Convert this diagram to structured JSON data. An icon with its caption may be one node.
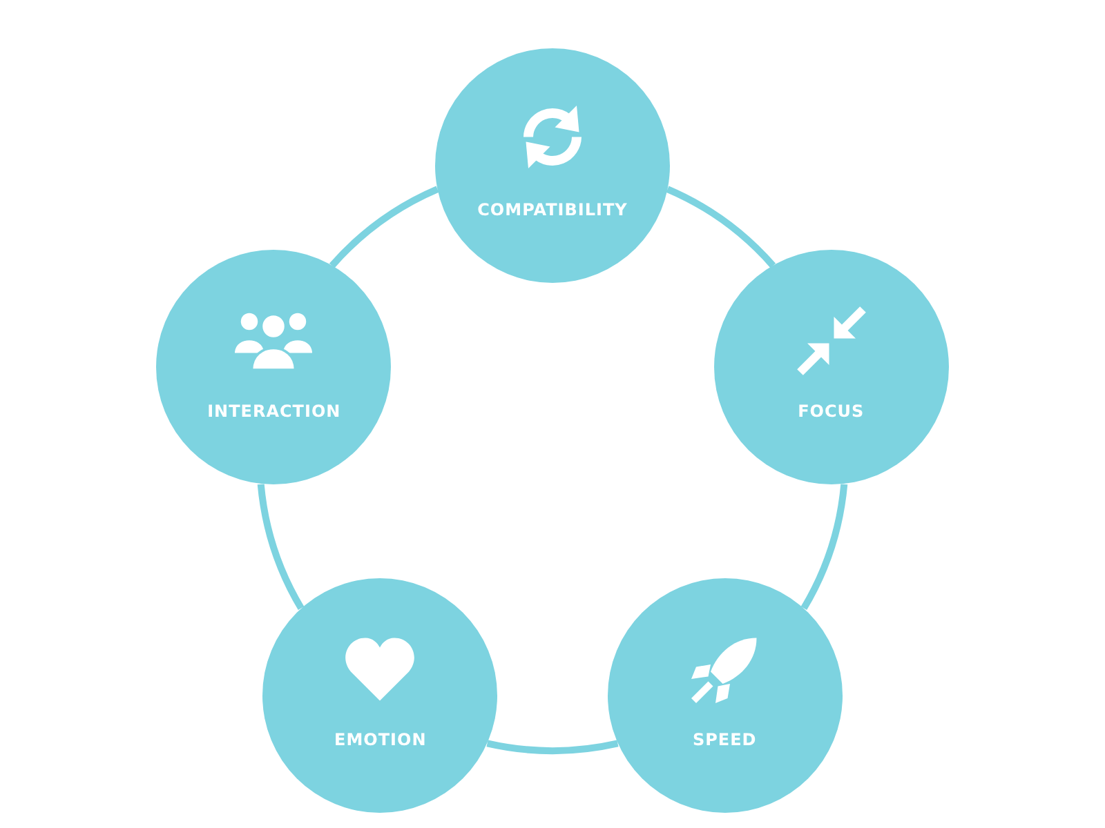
{
  "diagram": {
    "nodes": [
      {
        "text": [
          "COMPATIBILITY"
        ]
      },
      {
        "text": [
          "FOCUS"
        ]
      },
      {
        "text": [
          "SPEED"
        ]
      },
      {
        "text": [
          "EMOTION"
        ]
      },
      {
        "text": [
          "INTERACTION"
        ]
      }
    ],
    "edges": [
      {
        "from": 0,
        "to": 1,
        "arrow": "none"
      },
      {
        "from": 1,
        "to": 2,
        "arrow": "none"
      },
      {
        "from": 2,
        "to": 3,
        "arrow": "none"
      },
      {
        "from": 3,
        "to": 4,
        "arrow": "none"
      },
      {
        "from": 4,
        "to": 0,
        "arrow": "none"
      }
    ]
  }
}
